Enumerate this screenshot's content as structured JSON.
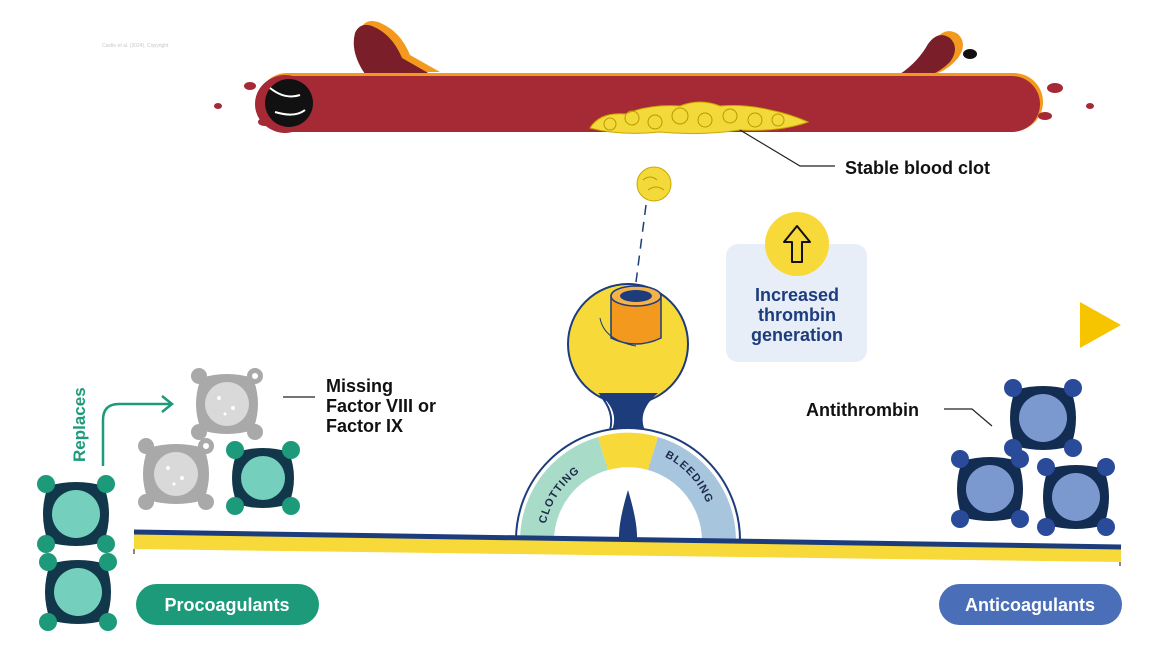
{
  "watermark": "Castle et al. (2024), Copyright",
  "labels": {
    "stable_clot": "Stable blood clot",
    "missing_factor_line1": "Missing",
    "missing_factor_line2": "Factor VIII or",
    "missing_factor_line3": "Factor IX",
    "antithrombin": "Antithrombin",
    "replaces": "Replaces"
  },
  "info_box": {
    "line1": "Increased",
    "line2": "thrombin",
    "line3": "generation"
  },
  "gauge": {
    "left": "CLOTTING",
    "right": "BLEEDING"
  },
  "pills": {
    "procoagulants": "Procoagulants",
    "anticoagulants": "Anticoagulants"
  },
  "colors": {
    "vessel": "#a52a35",
    "vessel_edge": "#f39a1e",
    "clot": "#f4d93a",
    "procoagulant_green": "#1c9a7a",
    "anticoagulant_blue": "#4a6fb8",
    "beam_yellow": "#f7d93a",
    "beam_navy": "#1d3c7c",
    "info_box_bg": "#e8eef8",
    "info_text": "#1d3c7c"
  }
}
